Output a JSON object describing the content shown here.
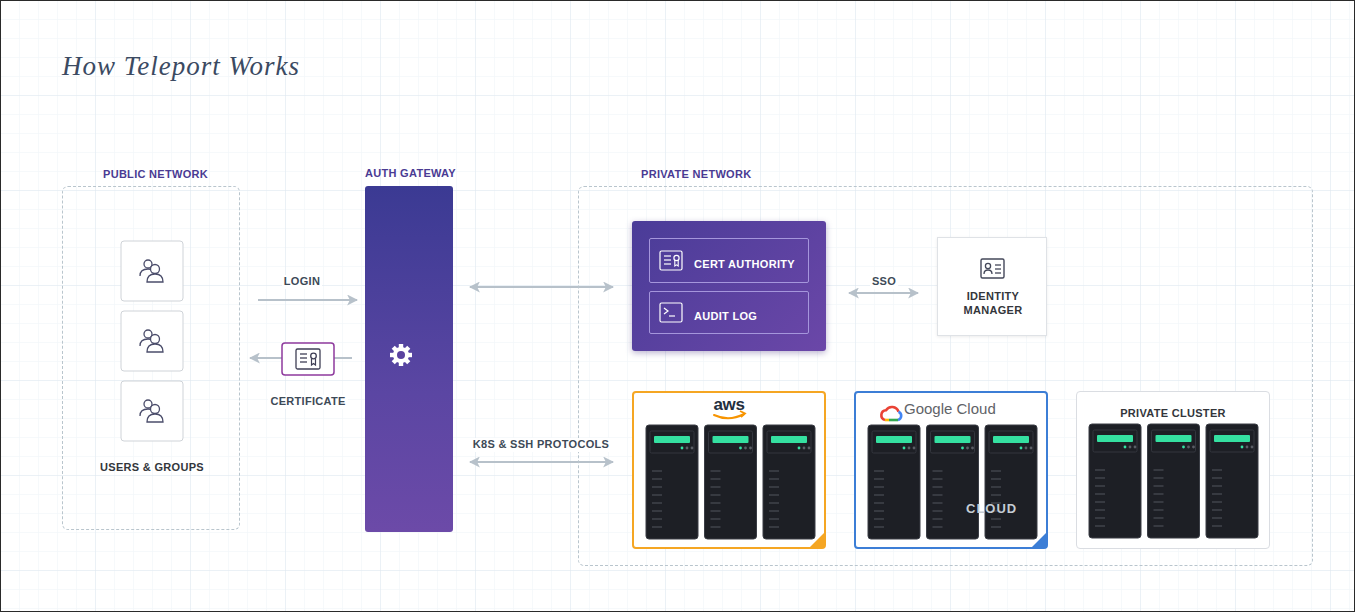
{
  "diagram": {
    "title": "How Teleport Works",
    "nodes": [
      {
        "text": [
          "PUBLIC NETWORK",
          "USERS & GROUPS"
        ]
      },
      {
        "text": [
          "AUTH GATEWAY"
        ]
      },
      {
        "text": [
          "PRIVATE NETWORK"
        ]
      },
      {
        "text": [],
        "in": 2
      },
      {
        "text": [
          "CERT AUTHORITY"
        ],
        "in": 3
      },
      {
        "text": [
          "AUDIT LOG"
        ],
        "in": 3
      },
      {
        "text": [
          "IDENTITY MANAGER"
        ],
        "in": 2
      },
      {
        "text": [
          "aws"
        ],
        "in": 2
      },
      {
        "text": [
          "Google Cloud"
        ],
        "in": 2
      },
      {
        "text": [
          "PRIVATE CLUSTER"
        ],
        "in": 2
      }
    ],
    "edges": [
      {
        "from": 0,
        "to": 1,
        "label": "LOGIN",
        "arrow": "to"
      },
      {
        "from": 1,
        "to": 0,
        "label": "CERTIFICATE",
        "arrow": "to"
      },
      {
        "from": 1,
        "to": 3,
        "arrow": "both"
      },
      {
        "from": 3,
        "to": 6,
        "label": "SSO",
        "arrow": "both"
      },
      {
        "from": 1,
        "to": 7,
        "label": "K8S & SSH PROTOCOLS",
        "arrow": "both"
      }
    ],
    "labels": [
      "CLOUD"
    ]
  }
}
